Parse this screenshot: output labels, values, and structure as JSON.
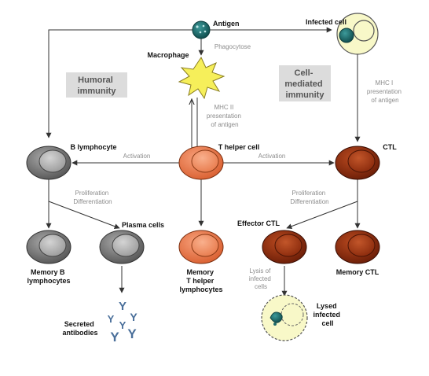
{
  "labels": {
    "antigen": "Antigen",
    "infected_cell": "Infected cell",
    "macrophage": "Macrophage",
    "phagocytose": "Phagocytose",
    "humoral_immunity": [
      "Humoral",
      "immunity"
    ],
    "cell_mediated_immunity": [
      "Cell-",
      "mediated",
      "immunity"
    ],
    "mhc_ii": [
      "MHC II",
      "presentation",
      "of antigen"
    ],
    "mhc_i": [
      "MHC I",
      "presentation",
      "of antigen"
    ],
    "b_lymphocyte": "B lymphocyte",
    "t_helper_cell": "T helper cell",
    "ctl": "CTL",
    "activation_left": "Activation",
    "activation_right": "Activation",
    "prolif_left": [
      "Proliferation",
      "Differentiation"
    ],
    "prolif_right": [
      "Proliferation",
      "Differentiation"
    ],
    "plasma_cells": "Plasma cells",
    "effector_ctl": "Effector CTL",
    "memory_b": [
      "Memory B",
      "lymphocytes"
    ],
    "memory_t": [
      "Memory",
      "T helper",
      "lymphocytes"
    ],
    "memory_ctl": "Memory CTL",
    "lysis": [
      "Lysis of",
      "infected",
      "cells"
    ],
    "lysed_cell": [
      "Lysed",
      "infected",
      "cell"
    ],
    "secreted_antibodies": [
      "Secreted",
      "antibodies"
    ],
    "antibody_glyph": "Y"
  },
  "colors": {
    "b_cell": "#7b7b7b",
    "t_helper": "#ea7a50",
    "ctl": "#9a2f10",
    "antigen": "#1f6a6a",
    "macrophage": "#f6ef5a",
    "infected": "#f8f8c8",
    "antibody": "#4a6f9a"
  }
}
